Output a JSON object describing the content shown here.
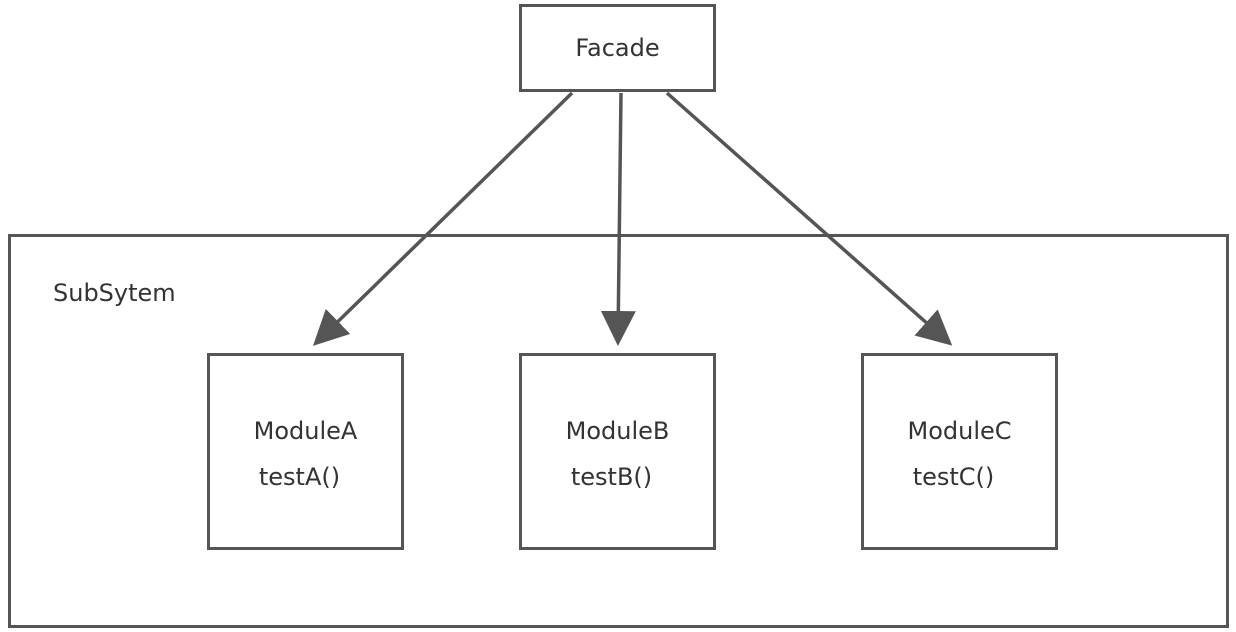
{
  "facade": {
    "label": "Facade"
  },
  "subsystem": {
    "label": "SubSytem",
    "modules": [
      {
        "name": "ModuleA",
        "method": "testA()"
      },
      {
        "name": "ModuleB",
        "method": "testB()"
      },
      {
        "name": "ModuleC",
        "method": "testC()"
      }
    ]
  },
  "colors": {
    "stroke": "#555555",
    "text": "#333333",
    "background": "#ffffff"
  }
}
